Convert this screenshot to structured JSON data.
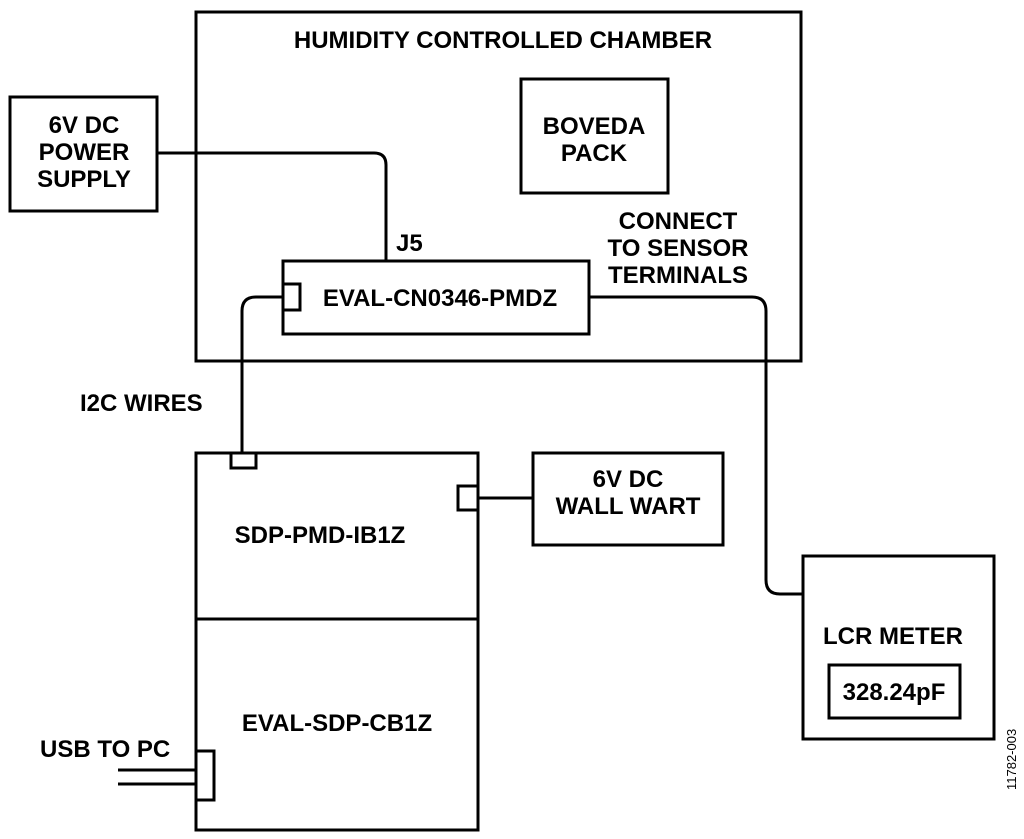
{
  "chamber": {
    "title": "HUMIDITY CONTROLLED CHAMBER"
  },
  "boveda": {
    "lines": [
      "BOVEDA",
      "PACK"
    ]
  },
  "power_supply": {
    "lines": [
      "6V DC",
      "POWER",
      "SUPPLY"
    ]
  },
  "eval_board": {
    "label": "EVAL-CN0346-PMDZ",
    "connector_label": "J5"
  },
  "sensor_note": {
    "lines": [
      "CONNECT",
      "TO SENSOR",
      "TERMINALS"
    ]
  },
  "i2c": {
    "label": "I2C WIRES"
  },
  "interposer": {
    "label": "SDP-PMD-IB1Z"
  },
  "wall_wart": {
    "lines": [
      "6V DC",
      "WALL WART"
    ]
  },
  "sdp_board": {
    "label": "EVAL-SDP-CB1Z"
  },
  "usb": {
    "label": "USB TO PC"
  },
  "lcr_meter": {
    "title": "LCR METER",
    "reading": "328.24pF"
  },
  "figure_id": "11782-003"
}
